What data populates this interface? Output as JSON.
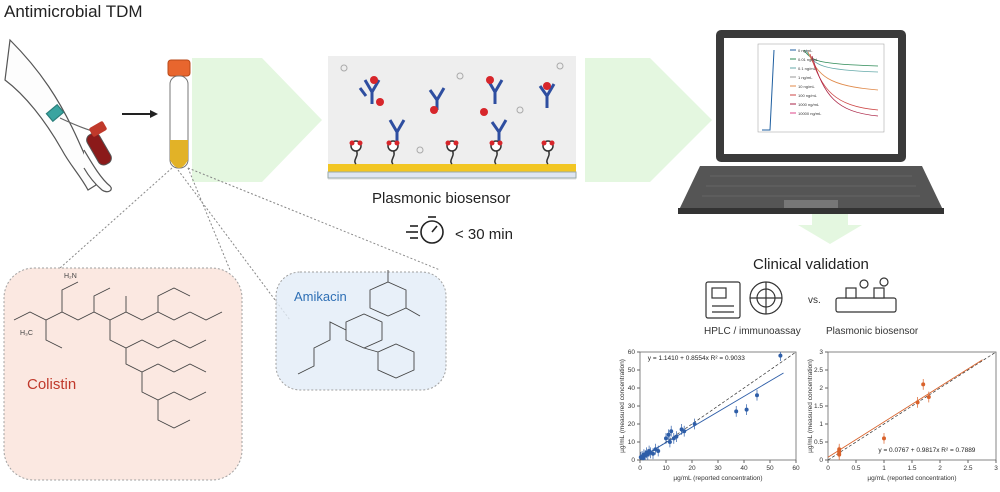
{
  "title": "Antimicrobial TDM",
  "biosensor_label": "Plasmonic biosensor",
  "time_label": "< 30 min",
  "clinical_title": "Clinical validation",
  "hplc_label": "HPLC / immunoassay",
  "vs_label": "vs.",
  "pb_label": "Plasmonic biosensor",
  "colistin_label": "Colistin",
  "amikacin_label": "Amikacin",
  "laptop_legend": [
    "0 ng/mL",
    "0.01 ng/mL",
    "0.1 ng/mL",
    "1 ng/mL",
    "10 ng/mL",
    "100 ng/mL",
    "1000 ng/mL",
    "10000 ng/mL"
  ],
  "colors": {
    "blue_series": "#2e5ea8",
    "orange_series": "#d9622b",
    "arrow_green": "#e4f7e0"
  },
  "chart_data": [
    {
      "type": "scatter",
      "xlabel": "µg/mL (reported concentration)",
      "ylabel": "µg/mL (measured concentration)",
      "annotation": "y = 1.1410 + 0.8554x  R² = 0.9033",
      "xlim": [
        0,
        60
      ],
      "ylim": [
        0,
        60
      ],
      "xticks": [
        0,
        10,
        20,
        30,
        40,
        50,
        60
      ],
      "yticks": [
        0,
        10,
        20,
        30,
        40,
        50,
        60
      ],
      "fit": {
        "intercept": 1.141,
        "slope": 0.8554
      },
      "series": [
        {
          "x": [
            0.3,
            0.8,
            1.2,
            1.5,
            2,
            2.5,
            3,
            3.5,
            4,
            5,
            6,
            7,
            10,
            11,
            11.5,
            12,
            13,
            14,
            16,
            17,
            21,
            37,
            41,
            45,
            54
          ],
          "y": [
            1.5,
            2,
            1,
            3,
            2.5,
            4,
            3,
            5,
            4,
            3.5,
            6,
            5,
            12,
            14,
            10,
            16,
            12,
            13,
            17,
            16,
            20,
            27,
            28,
            36,
            58
          ]
        }
      ]
    },
    {
      "type": "scatter",
      "xlabel": "µg/mL (reported concentration)",
      "ylabel": "µg/mL (measured concentration)",
      "annotation": "y = 0.0767 + 0.9817x  R² = 0.7889",
      "xlim": [
        0,
        3
      ],
      "ylim": [
        0,
        3
      ],
      "xticks": [
        0,
        0.5,
        1,
        1.5,
        2,
        2.5,
        3
      ],
      "yticks": [
        0,
        0.5,
        1,
        1.5,
        2,
        2.5,
        3
      ],
      "fit": {
        "intercept": 0.0767,
        "slope": 0.9817
      },
      "series": [
        {
          "x": [
            0.2,
            0.2,
            0.2,
            0.2,
            1,
            1.6,
            1.7,
            1.8
          ],
          "y": [
            0.3,
            0.2,
            0.25,
            0.15,
            0.6,
            1.6,
            2.1,
            1.75
          ]
        }
      ]
    }
  ]
}
